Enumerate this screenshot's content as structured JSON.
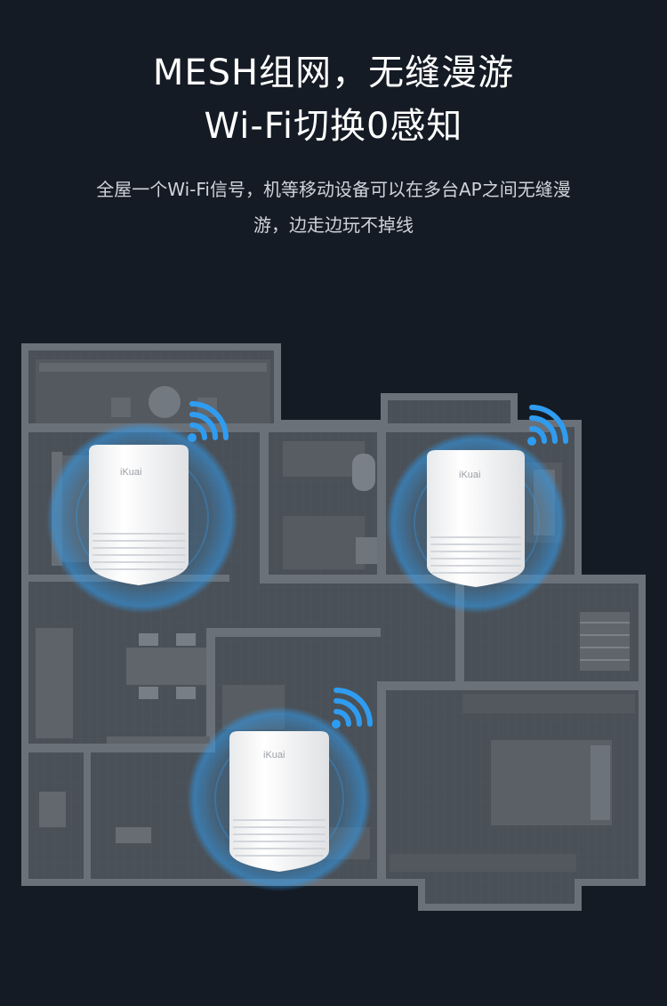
{
  "headline": {
    "line1": "MESH组网，无缝漫游",
    "line2": "Wi-Fi切换0感知"
  },
  "description": {
    "line1": "全屋一个Wi-Fi信号，机等移动设备可以在多台AP之间无缝漫",
    "line2": "游，边走边玩不掉线"
  },
  "brand": "iKuai",
  "colors": {
    "background": "#151b24",
    "floor": "#4a5057",
    "wall": "#6b7178",
    "signal": "#2f9cf0",
    "device": "#f7f7f8"
  },
  "icons": [
    "wifi-signal-icon"
  ]
}
